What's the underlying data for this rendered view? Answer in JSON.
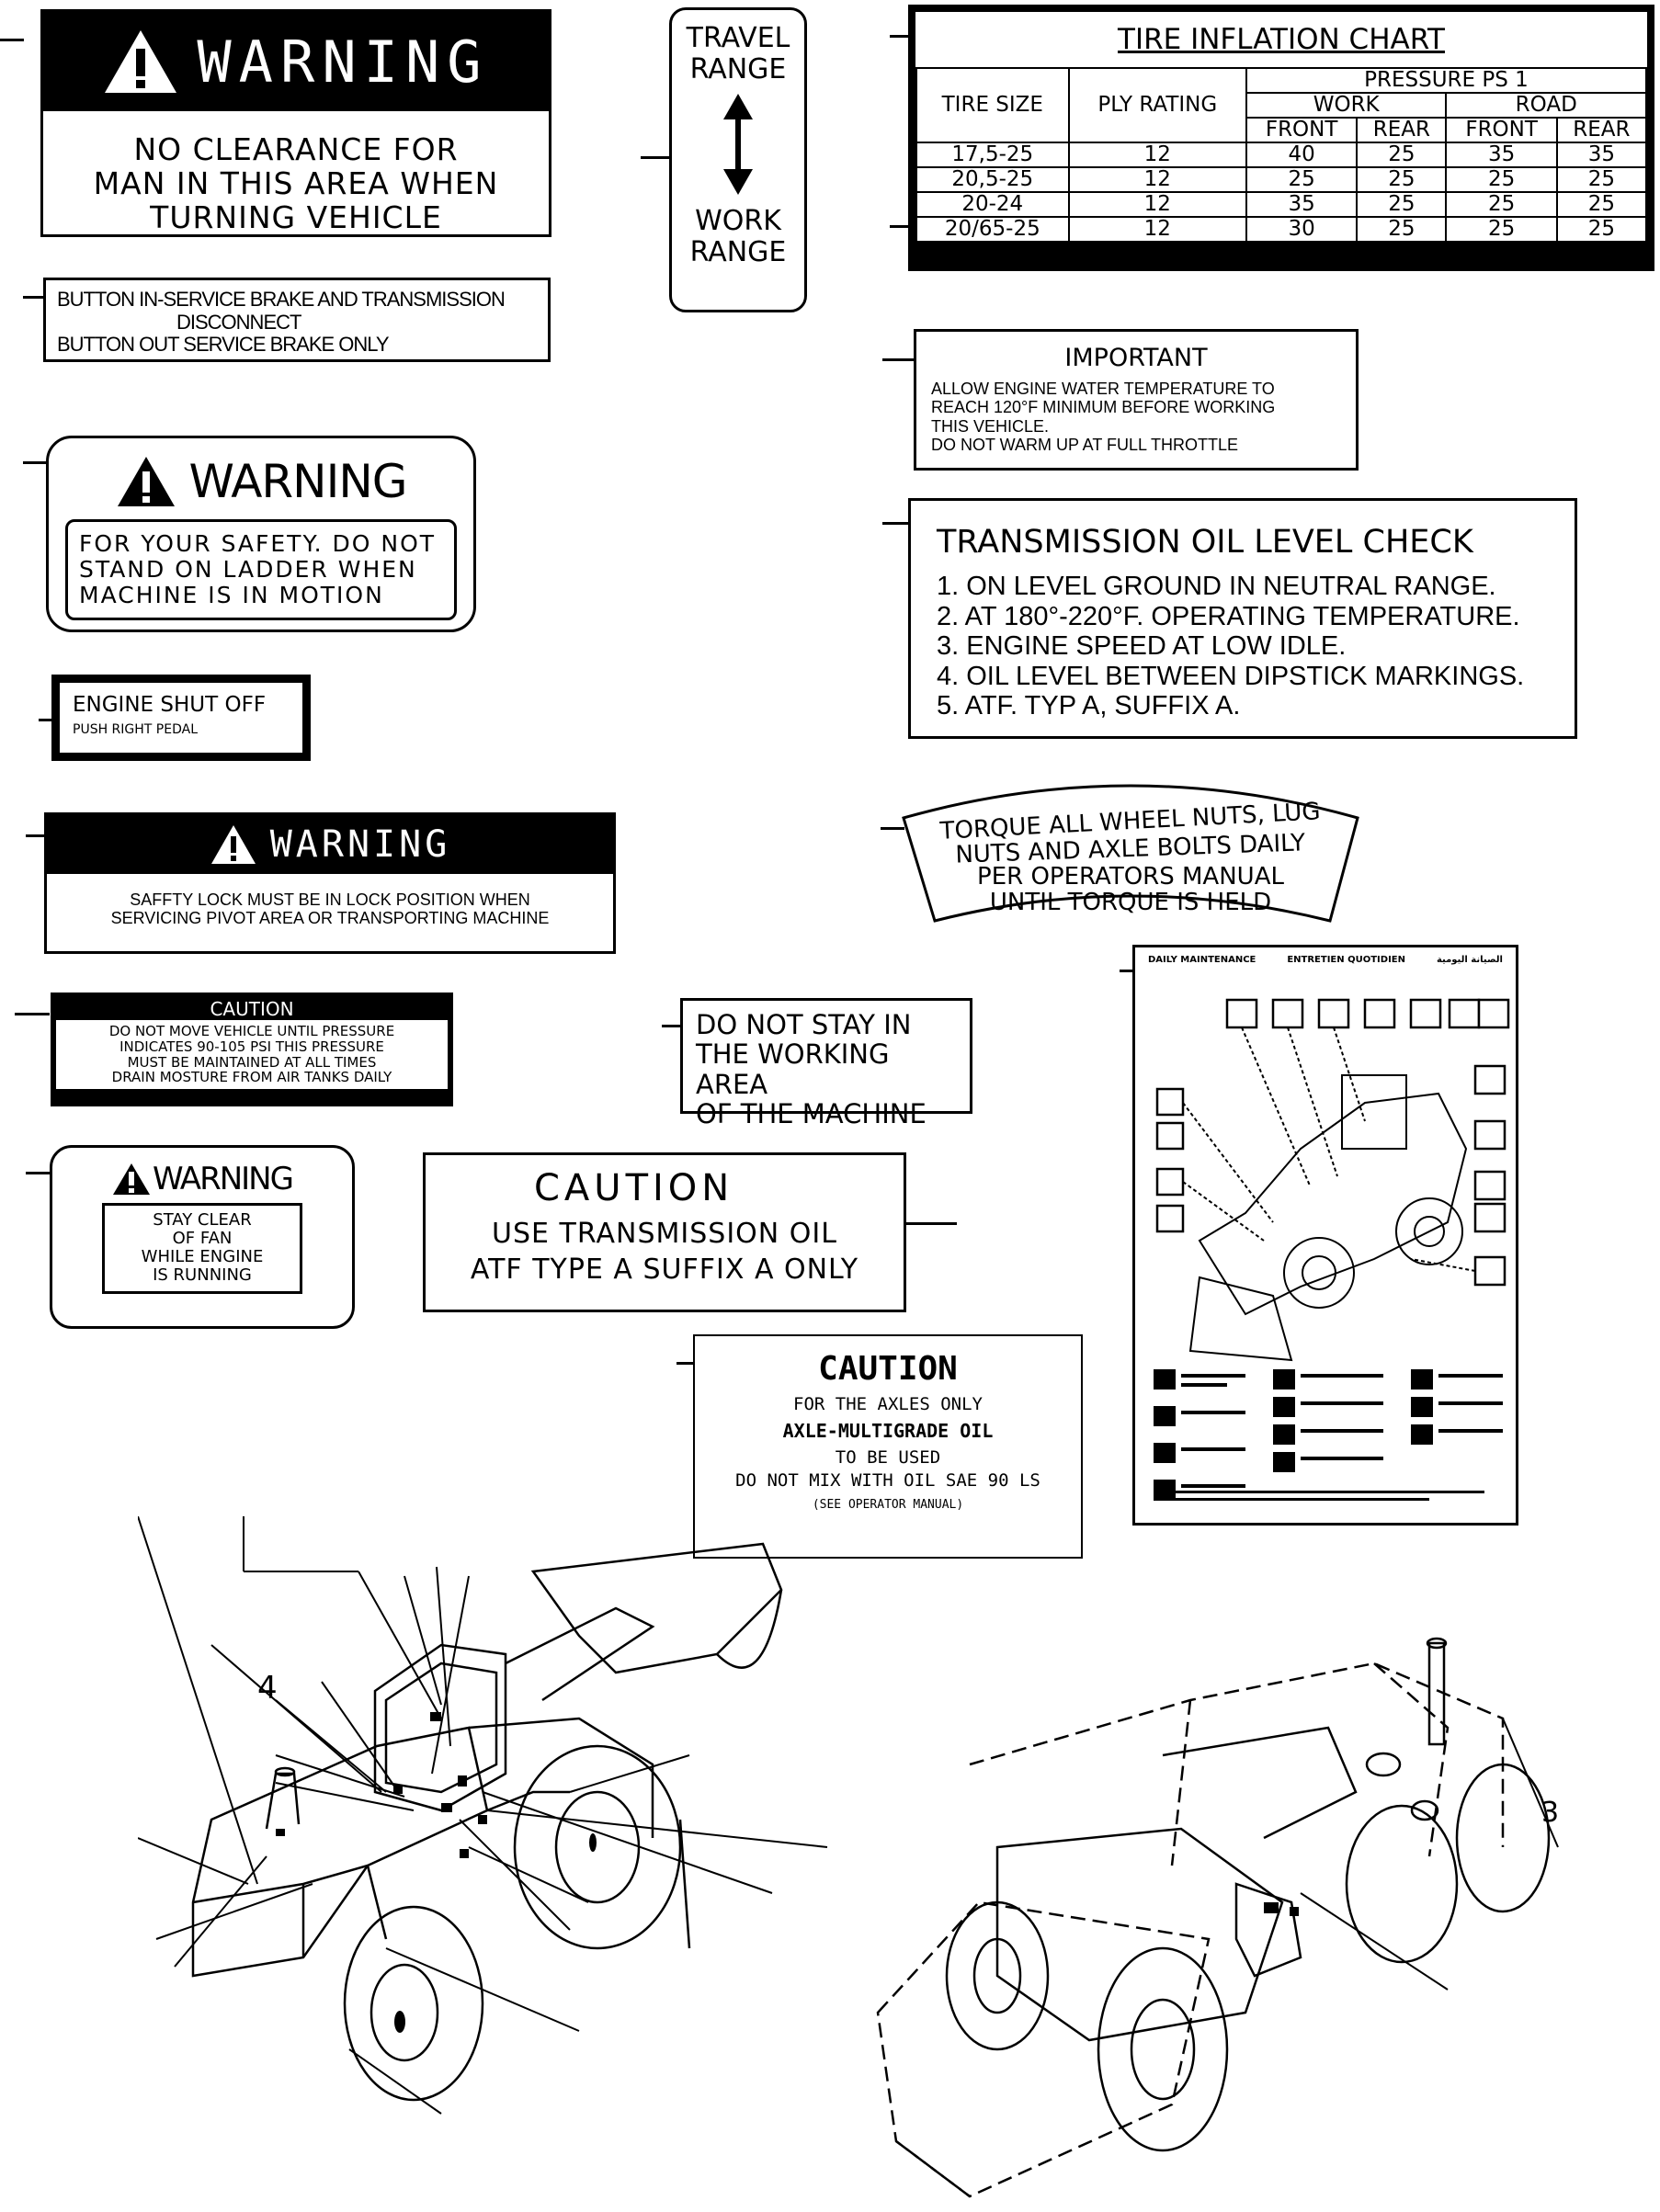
{
  "labels": {
    "warning_clearance": {
      "header": "WARNING",
      "lines": [
        "NO CLEARANCE FOR",
        "MAN IN THIS AREA WHEN",
        "TURNING VEHICLE"
      ]
    },
    "travel_range": {
      "top": "TRAVEL RANGE",
      "bottom": "WORK RANGE"
    },
    "tire_chart": {
      "title": "TIRE INFLATION CHART",
      "col_tire_size": "TIRE SIZE",
      "col_ply": "PLY RATING",
      "col_pressure": "PRESSURE PS 1",
      "col_work": "WORK",
      "col_road": "ROAD",
      "front": "FRONT",
      "rear": "REAR",
      "rows": [
        {
          "size": "17,5-25",
          "ply": "12",
          "wf": "40",
          "wr": "25",
          "rf": "35",
          "rr": "35"
        },
        {
          "size": "20,5-25",
          "ply": "12",
          "wf": "25",
          "wr": "25",
          "rf": "25",
          "rr": "25"
        },
        {
          "size": "20-24",
          "ply": "12",
          "wf": "35",
          "wr": "25",
          "rf": "25",
          "rr": "25"
        },
        {
          "size": "20/65-25",
          "ply": "12",
          "wf": "30",
          "wr": "25",
          "rf": "25",
          "rr": "25"
        }
      ]
    },
    "button": {
      "lines": [
        "BUTTON IN-SERVICE BRAKE AND TRANSMISSION",
        "DISCONNECT",
        "BUTTON OUT SERVICE BRAKE ONLY"
      ]
    },
    "important": {
      "header": "IMPORTANT",
      "lines": [
        "ALLOW ENGINE WATER TEMPERATURE TO",
        "REACH 120°F MINIMUM BEFORE WORKING",
        "THIS VEHICLE.",
        "DO NOT WARM UP AT FULL THROTTLE"
      ]
    },
    "warning_ladder": {
      "header": "WARNING",
      "lines": [
        "FOR YOUR SAFETY. DO NOT",
        "STAND ON LADDER WHEN",
        "MACHINE IS IN MOTION"
      ]
    },
    "transmission_check": {
      "title": "TRANSMISSION OIL LEVEL CHECK",
      "lines": [
        "1. ON LEVEL GROUND IN NEUTRAL RANGE.",
        "2. AT 180°-220°F. OPERATING TEMPERATURE.",
        "3. ENGINE SPEED AT LOW IDLE.",
        "4. OIL LEVEL BETWEEN DIPSTICK MARKINGS.",
        "5. ATF. TYP A, SUFFIX A."
      ]
    },
    "engine_shutoff": {
      "line1": "ENGINE SHUT OFF",
      "line2": "PUSH RIGHT PEDAL"
    },
    "torque": {
      "lines": [
        "TORQUE ALL WHEEL NUTS, LUG",
        "NUTS AND AXLE BOLTS DAILY",
        "PER OPERATORS MANUAL",
        "UNTIL TORQUE IS HELD"
      ]
    },
    "warning_safety_lock": {
      "header": "WARNING",
      "lines": [
        "SAFFTY LOCK MUST BE IN LOCK POSITION WHEN",
        "SERVICING PIVOT AREA OR TRANSPORTING MACHINE"
      ]
    },
    "daily_maintenance": {
      "col1": "DAILY MAINTENANCE",
      "col2": "ENTRETIEN QUOTIDIEN",
      "col3": "الصيانة اليومية"
    },
    "caution_pressure": {
      "header": "CAUTION",
      "lines": [
        "DO NOT MOVE VEHICLE UNTIL PRESSURE",
        "INDICATES 90-105 PSI THIS PRESSURE",
        "MUST BE MAINTAINED AT ALL TIMES",
        "DRAIN MOSTURE FROM AIR TANKS DAILY"
      ]
    },
    "do_not_stay": {
      "lines": [
        "DO NOT STAY IN",
        "THE WORKING AREA",
        "OF THE MACHINE"
      ]
    },
    "warning_fan": {
      "header": "WARNING",
      "lines": [
        "STAY CLEAR",
        "OF FAN",
        "WHILE ENGINE",
        "IS RUNNING"
      ]
    },
    "caution_transmission": {
      "header": "CAUTION",
      "lines": [
        "USE TRANSMISSION OIL",
        "ATF TYPE A SUFFIX A ONLY"
      ]
    },
    "caution_axles": {
      "header": "CAUTION",
      "lines": [
        "FOR THE AXLES ONLY",
        "AXLE-MULTIGRADE OIL",
        "TO BE USED",
        "DO NOT MIX WITH OIL SAE 90 LS",
        "(SEE OPERATOR MANUAL)"
      ]
    },
    "callout_4": "4",
    "callout_3": "3"
  }
}
